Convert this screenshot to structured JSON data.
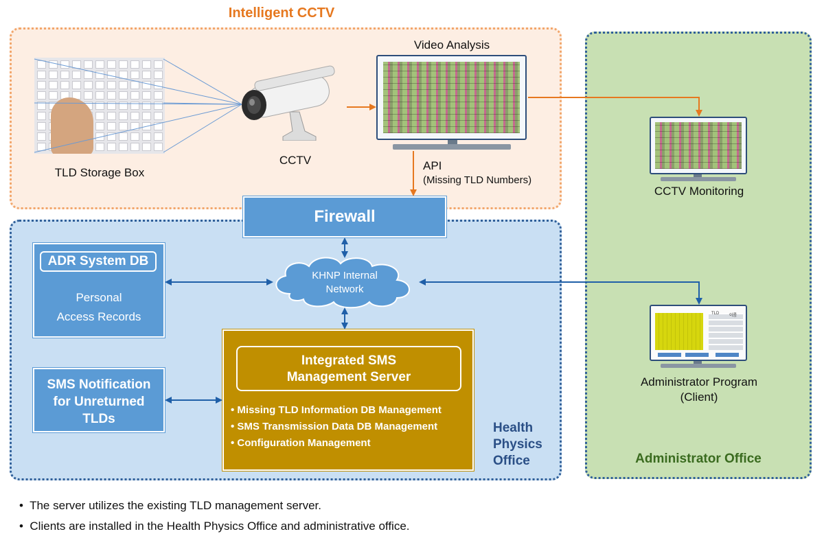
{
  "regions": {
    "intelligent_cctv": "Intelligent CCTV",
    "health_physics": "Health Physics Office",
    "health_physics_lines": [
      "Health",
      "Physics",
      "Office"
    ],
    "administrator_office": "Administrator Office"
  },
  "nodes": {
    "storage_box": "TLD Storage Box",
    "cctv": "CCTV",
    "video_analysis": "Video Analysis",
    "api": "API",
    "api_detail": "(Missing TLD Numbers)",
    "firewall": "Firewall",
    "network_line1": "KHNP Internal",
    "network_line2": "Network",
    "cctv_monitoring": "CCTV Monitoring",
    "admin_program": "Administrator Program",
    "admin_program_sub": "(Client)",
    "adr_db_title": "ADR System DB",
    "adr_db_line1": "Personal",
    "adr_db_line2": "Access Records",
    "sms_line1": "SMS Notification",
    "sms_line2": "for Unreturned",
    "sms_line3": "TLDs",
    "server_line1": "Integrated SMS",
    "server_line2": "Management Server",
    "server_bullets": [
      "Missing TLD Information DB Management",
      "SMS Transmission Data DB Management",
      "Configuration Management"
    ],
    "admin_screen_labels": [
      "TLD",
      "이름"
    ]
  },
  "notes": [
    "The server utilizes the existing TLD management server.",
    "Clients are installed in the Health Physics Office and administrative office."
  ],
  "colors": {
    "orange_arrow": "#e6781f",
    "blue_arrow": "#1f5fa8",
    "blue_box": "#5b9bd5",
    "gold_box": "#c08f00",
    "cctv_bg": "#fdeee3",
    "hp_bg": "#c9dff3",
    "admin_bg": "#c8e0b3"
  }
}
